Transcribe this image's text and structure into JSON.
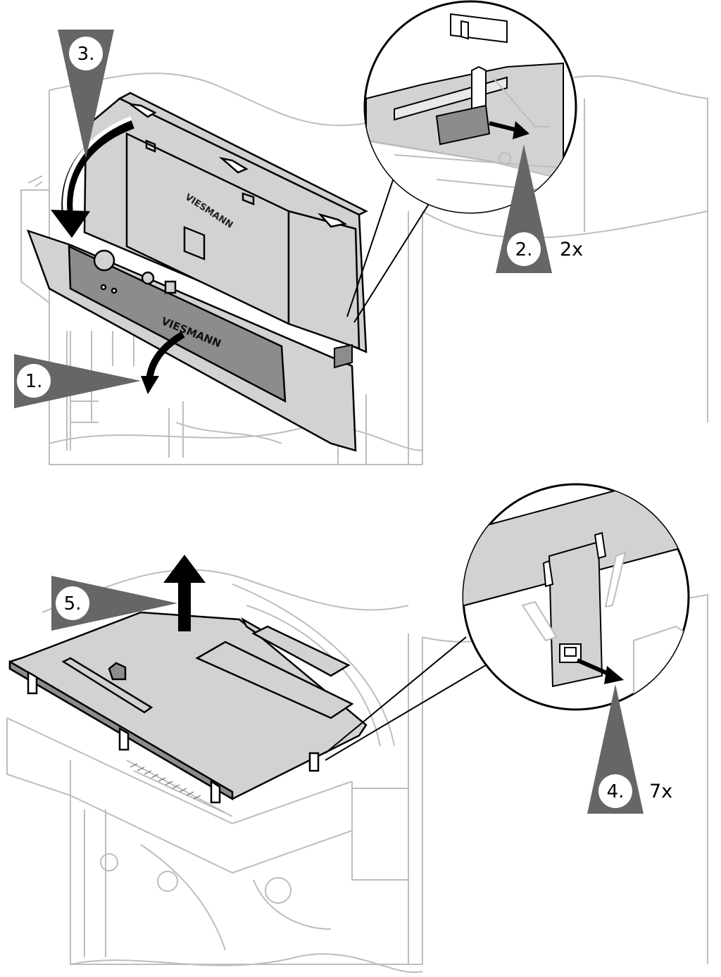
{
  "brand": "VIESMANN",
  "colors": {
    "outline": "#000000",
    "light_line": "#bdbdbd",
    "panel_gray": "#d2d2d2",
    "dark_gray": "#8c8c8c",
    "marker_gray": "#666666",
    "badge": "#ffffff"
  },
  "steps": [
    {
      "label": "1.",
      "quantity": ""
    },
    {
      "label": "2.",
      "quantity": "2x"
    },
    {
      "label": "3.",
      "quantity": ""
    },
    {
      "label": "4.",
      "quantity": "7x"
    },
    {
      "label": "5.",
      "quantity": ""
    }
  ]
}
